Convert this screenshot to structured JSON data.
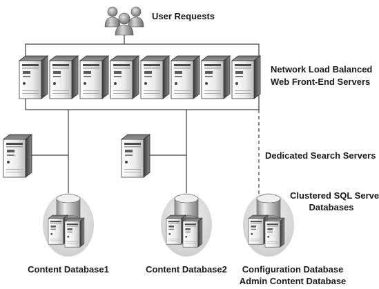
{
  "labels": {
    "user_requests": "User Requests",
    "nlb_line1": "Network Load Balanced",
    "nlb_line2": "Web Front-End Servers",
    "search_servers": "Dedicated Search Servers",
    "sql_line1": "Clustered SQL Server",
    "sql_line2": "Databases",
    "db1": "Content Database1",
    "db2": "Content Database2",
    "config_line1": "Configuration Database",
    "config_line2": "Admin Content Database"
  },
  "icons": {
    "users": "user-group-icon",
    "server": "server-tower-icon",
    "cluster": "sql-cluster-icon"
  },
  "colors": {
    "line": "#3a3a3a",
    "server_dark": "#5a5a5a",
    "server_light": "#f2f2f2",
    "disc": "#dcdcdc"
  }
}
